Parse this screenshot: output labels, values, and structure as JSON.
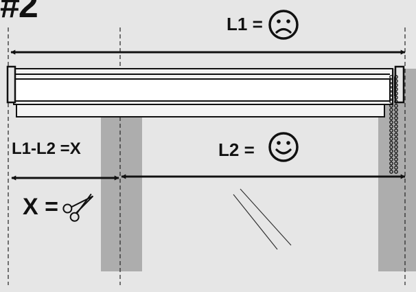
{
  "figure": {
    "step_label": "#2",
    "l1_label": "L1 =",
    "l1_face": "sad-face-icon",
    "l2_label": "L2 =",
    "l2_face": "smiley-face-icon",
    "difference_label": "L1-L2 =X",
    "x_label": "X =",
    "x_icon": "scissors-icon",
    "colors": {
      "background": "#e6e6e6",
      "wall": "#adadad",
      "ink": "#111111",
      "blind_fabric": "#f4f4f4"
    }
  }
}
